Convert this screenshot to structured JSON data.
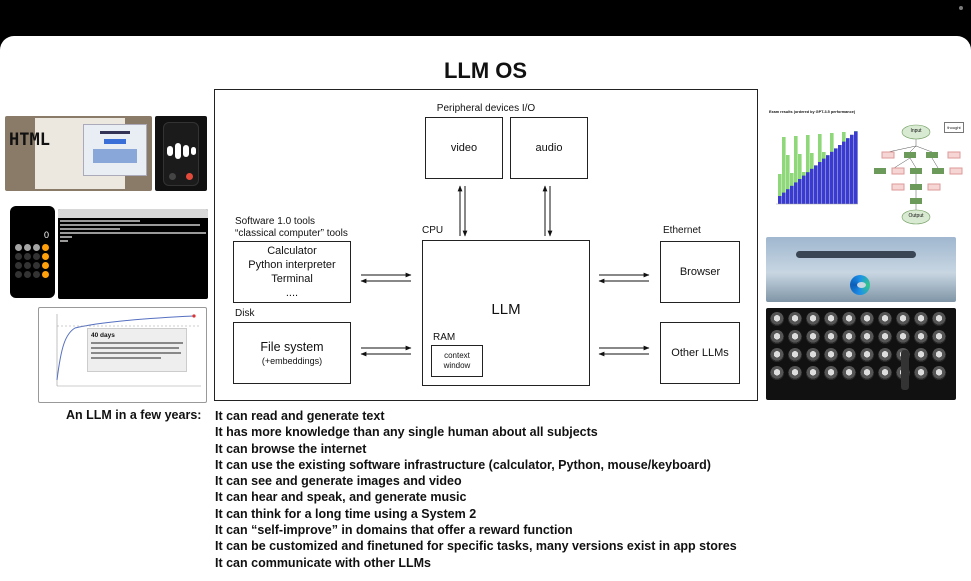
{
  "slide": {
    "title": "LLM OS"
  },
  "diagram": {
    "peripheral_label": "Peripheral devices I/O",
    "video": "video",
    "audio": "audio",
    "software_label_line1": "Software 1.0 tools",
    "software_label_line2": "“classical computer” tools",
    "tools": [
      "Calculator",
      "Python interpreter",
      "Terminal",
      "...."
    ],
    "cpu_label": "CPU",
    "llm": "LLM",
    "ram_label": "RAM",
    "context_window_line1": "context",
    "context_window_line2": "window",
    "ethernet_label": "Ethernet",
    "browser": "Browser",
    "other_llms": "Other LLMs",
    "disk_label": "Disk",
    "file_system": "File system",
    "embeddings": "(+embeddings)"
  },
  "thumbnails": {
    "html_label": "HTML",
    "alphago_days": "40 days",
    "chart_title": "Exam results (ordered by GPT-3.5 performance)",
    "flow_input": "Input",
    "flow_output": "Output",
    "flow_thought": "thought"
  },
  "capabilities": {
    "lead": "An LLM in a few years:",
    "items": [
      "It can read and generate text",
      "It has more knowledge than any single human about all subjects",
      "It can browse the internet",
      "It can use the existing software infrastructure (calculator, Python, mouse/keyboard)",
      "It can see and generate images and video",
      "It can hear and speak, and generate music",
      "It can think for a long time using a System 2",
      "It can “self-improve” in domains that offer a reward function",
      "It can be customized and finetuned for specific tasks, many versions exist in app stores",
      "It can communicate with other LLMs"
    ]
  },
  "colors": {
    "bar_green": "#8fd87a",
    "bar_blue": "#3a3ad0",
    "flow_green": "#6c9a5a"
  }
}
